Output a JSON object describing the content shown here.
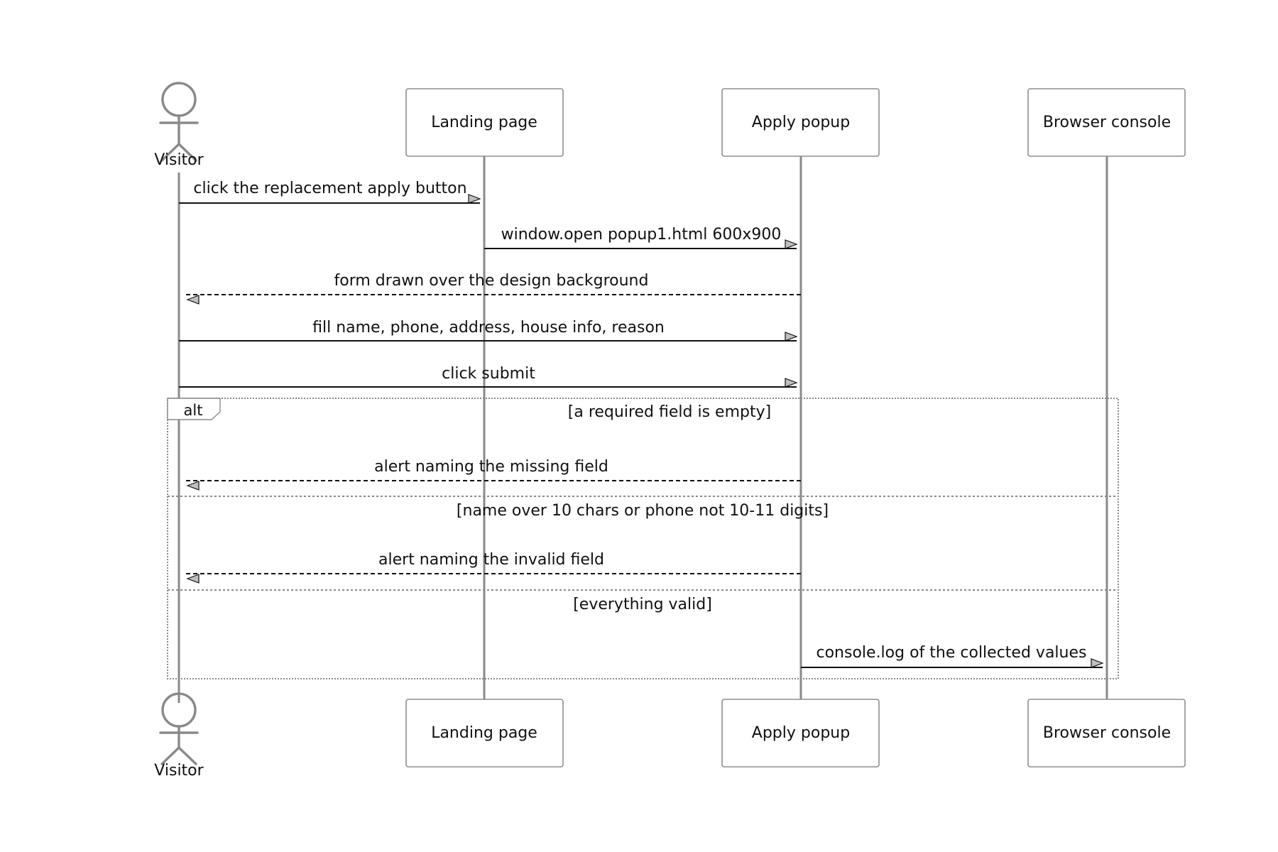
{
  "participants": {
    "visitor": "Visitor",
    "landing": "Landing page",
    "popup": "Apply popup",
    "console": "Browser console"
  },
  "messages": [
    {
      "from": "visitor",
      "to": "landing",
      "style": "solid",
      "text": "click the replacement apply button"
    },
    {
      "from": "landing",
      "to": "popup",
      "style": "solid",
      "text": "window.open popup1.html 600x900"
    },
    {
      "from": "popup",
      "to": "visitor",
      "style": "dashed",
      "text": "form drawn over the design background"
    },
    {
      "from": "visitor",
      "to": "popup",
      "style": "solid",
      "text": "fill name, phone, address, house info, reason"
    },
    {
      "from": "visitor",
      "to": "popup",
      "style": "solid",
      "text": "click submit"
    }
  ],
  "alt_block": {
    "label": "alt",
    "sections": [
      {
        "condition": "[a required field is empty]",
        "messages": [
          {
            "from": "popup",
            "to": "visitor",
            "style": "dashed",
            "text": "alert naming the missing field"
          }
        ]
      },
      {
        "condition": "[name over 10 chars or phone not 10-11 digits]",
        "messages": [
          {
            "from": "popup",
            "to": "visitor",
            "style": "dashed",
            "text": "alert naming the invalid field"
          }
        ]
      },
      {
        "condition": "[everything valid]",
        "messages": [
          {
            "from": "popup",
            "to": "console",
            "style": "solid",
            "text": "console.log of the collected values"
          }
        ]
      }
    ]
  }
}
